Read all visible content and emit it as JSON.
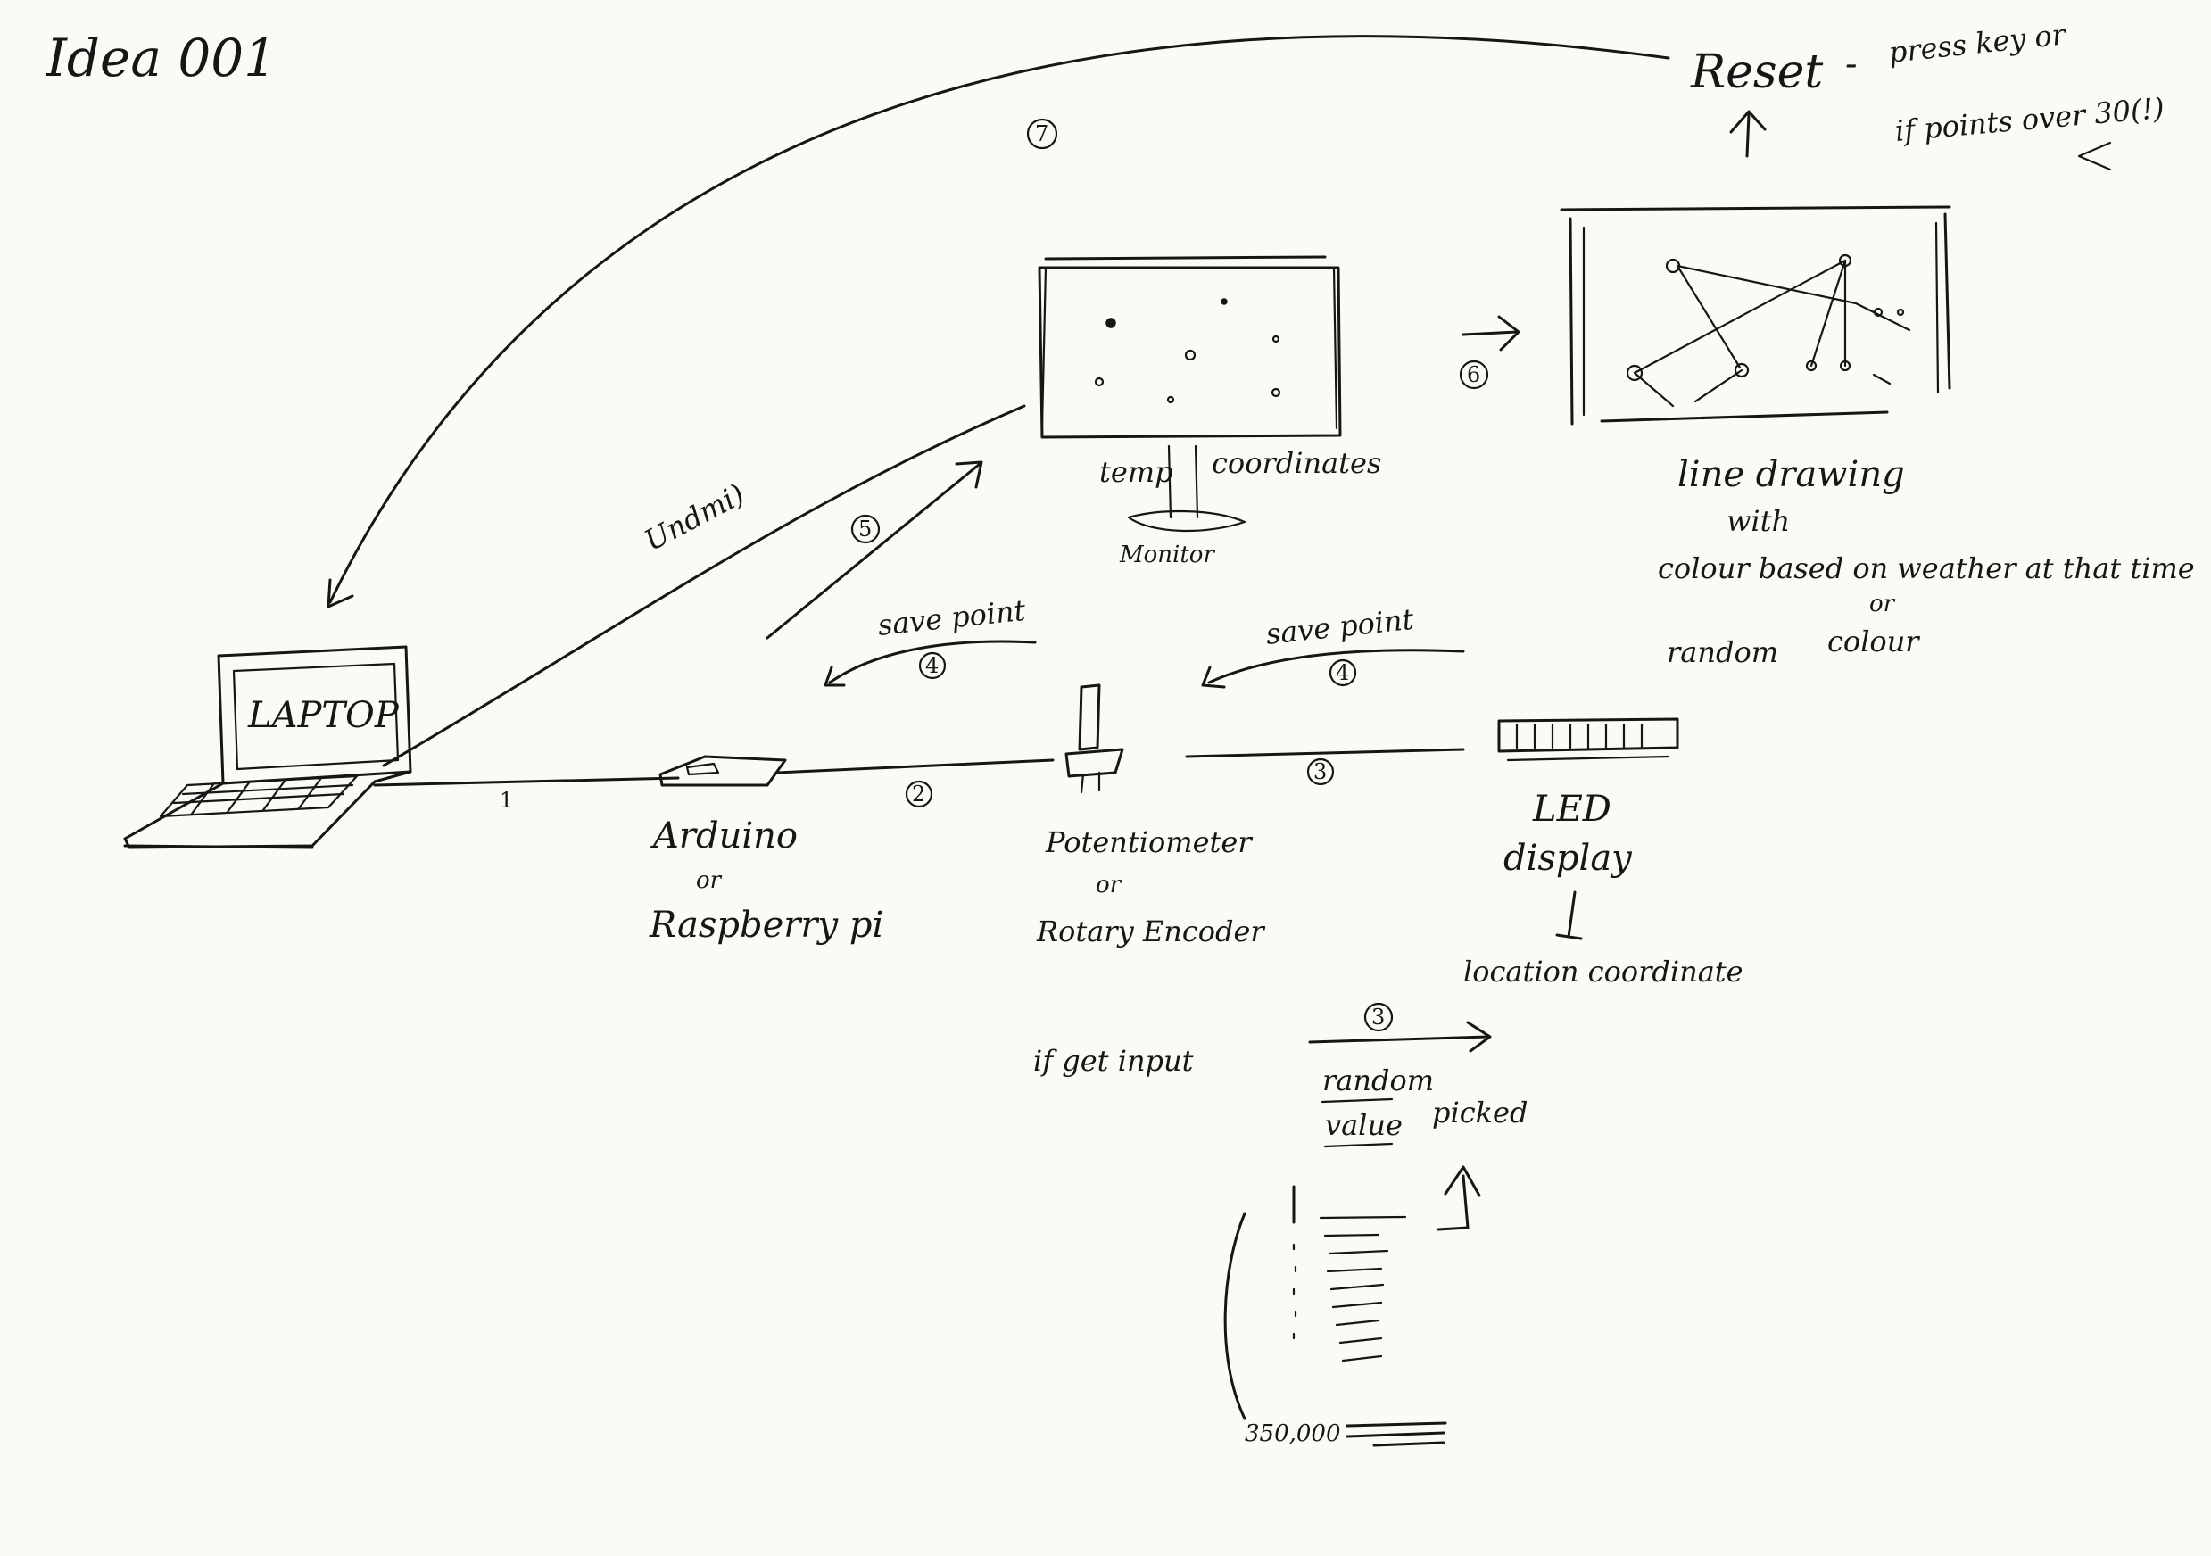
{
  "title": "Idea 001",
  "laptop": {
    "screen_label": "LAPTOP"
  },
  "connections": {
    "hdmi": "Undmi)",
    "step_1": "1",
    "step_2": "2",
    "step_3": "3",
    "step_4a": "4",
    "step_4b": "4",
    "step_5": "5",
    "step_6": "6",
    "step_7": "7",
    "step_3b": "3"
  },
  "arduino": {
    "line1": "Arduino",
    "line2": "or",
    "line3": "Raspberry pi"
  },
  "potentiometer": {
    "line1": "Potentiometer",
    "line2": "or",
    "line3": "Rotary Encoder"
  },
  "led": {
    "line1": "LED",
    "line2": "display",
    "line3": "location coordinate"
  },
  "save_point_left": "save point",
  "save_point_right": "save point",
  "monitor": {
    "label_left": "temp",
    "label_right": "coordinates",
    "label_bottom": "Monitor"
  },
  "line_drawing": {
    "line1": "line drawing",
    "line2": "with",
    "line3": "colour based on weather at that time",
    "line4_or": "or",
    "line5a": "random",
    "line5b": "colour"
  },
  "reset": {
    "label": "Reset",
    "dash": "-",
    "line1": "press key or",
    "line2": "if points over 30(!)"
  },
  "input": {
    "if_get_input": "if get input",
    "random": "random",
    "value": "value",
    "picked": "picked"
  },
  "scale_value": "350,000"
}
